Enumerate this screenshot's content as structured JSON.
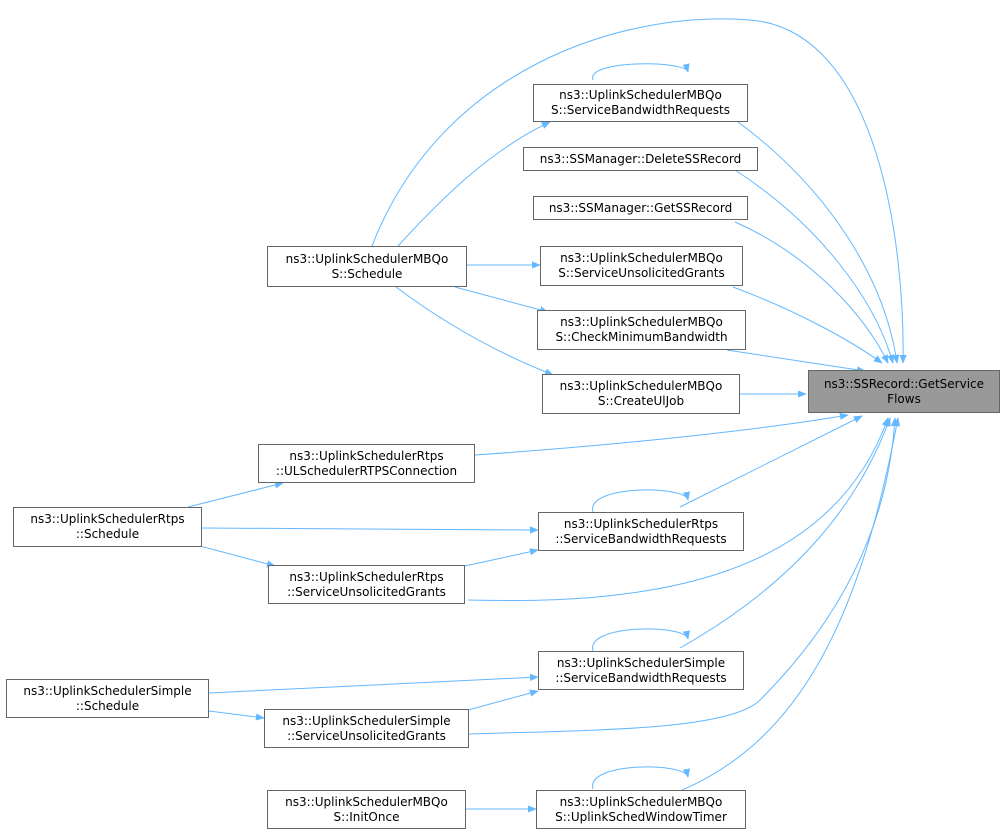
{
  "colors": {
    "edge": "#63b8ff",
    "node_border": "#666666",
    "focus_fill": "#999999"
  },
  "nodes": {
    "target": {
      "line1": "ns3::SSRecord::GetService",
      "line2": "Flows"
    },
    "mbqos_sbr": {
      "line1": "ns3::UplinkSchedulerMBQo",
      "line2": "S::ServiceBandwidthRequests"
    },
    "delete_ss": {
      "line1": "ns3::SSManager::DeleteSSRecord"
    },
    "get_ss": {
      "line1": "ns3::SSManager::GetSSRecord"
    },
    "mbqos_sched": {
      "line1": "ns3::UplinkSchedulerMBQo",
      "line2": "S::Schedule"
    },
    "mbqos_sug": {
      "line1": "ns3::UplinkSchedulerMBQo",
      "line2": "S::ServiceUnsolicitedGrants"
    },
    "mbqos_cmb": {
      "line1": "ns3::UplinkSchedulerMBQo",
      "line2": "S::CheckMinimumBandwidth"
    },
    "mbqos_cuj": {
      "line1": "ns3::UplinkSchedulerMBQo",
      "line2": "S::CreateUlJob"
    },
    "rtps_ulc": {
      "line1": "ns3::UplinkSchedulerRtps",
      "line2": "::ULSchedulerRTPSConnection"
    },
    "rtps_sched": {
      "line1": "ns3::UplinkSchedulerRtps",
      "line2": "::Schedule"
    },
    "rtps_sbr": {
      "line1": "ns3::UplinkSchedulerRtps",
      "line2": "::ServiceBandwidthRequests"
    },
    "rtps_sug": {
      "line1": "ns3::UplinkSchedulerRtps",
      "line2": "::ServiceUnsolicitedGrants"
    },
    "simple_sched": {
      "line1": "ns3::UplinkSchedulerSimple",
      "line2": "::Schedule"
    },
    "simple_sbr": {
      "line1": "ns3::UplinkSchedulerSimple",
      "line2": "::ServiceBandwidthRequests"
    },
    "simple_sug": {
      "line1": "ns3::UplinkSchedulerSimple",
      "line2": "::ServiceUnsolicitedGrants"
    },
    "mbqos_init": {
      "line1": "ns3::UplinkSchedulerMBQo",
      "line2": "S::InitOnce"
    },
    "mbqos_uswt": {
      "line1": "ns3::UplinkSchedulerMBQo",
      "line2": "S::UplinkSchedWindowTimer"
    }
  }
}
